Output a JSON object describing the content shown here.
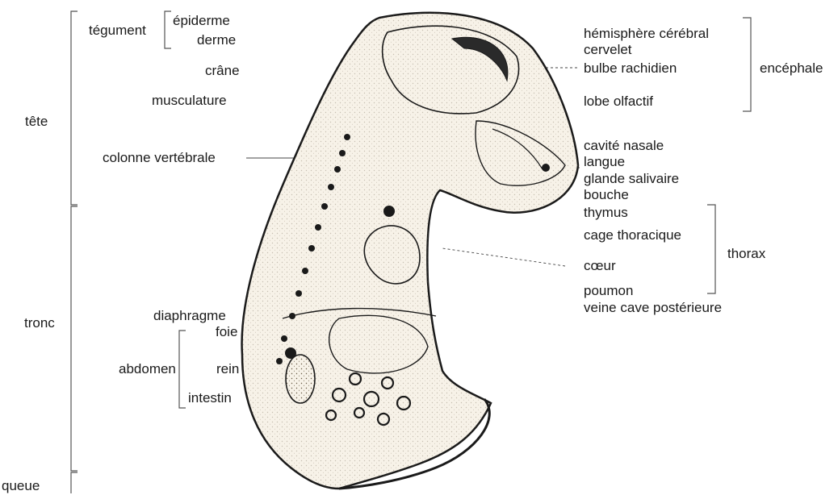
{
  "regions": {
    "tete": "tête",
    "tronc": "tronc",
    "queue": "queue"
  },
  "left_labels": {
    "tegument": "tégument",
    "epiderme": "épiderme",
    "derme": "derme",
    "crane": "crâne",
    "musculature": "musculature",
    "colonne": "colonne vertébrale",
    "diaphragme": "diaphragme",
    "abdomen": "abdomen",
    "foie": "foie",
    "rein": "rein",
    "intestin": "intestin"
  },
  "right_labels": {
    "hemisphere": "hémisphère cérébral",
    "cervelet": "cervelet",
    "bulbe": "bulbe rachidien",
    "lobe": "lobe olfactif",
    "encephale": "encéphale",
    "cavite_nasale": "cavité nasale",
    "langue": "langue",
    "glande": "glande salivaire",
    "bouche": "bouche",
    "thymus": "thymus",
    "cage": "cage thoracique",
    "coeur": "cœur",
    "poumon": "poumon",
    "thorax": "thorax",
    "veine": "veine cave postérieure"
  },
  "colors": {
    "ink": "#1a1a1a",
    "bracket": "#555555",
    "specimen_fill": "#f7f2e8"
  }
}
